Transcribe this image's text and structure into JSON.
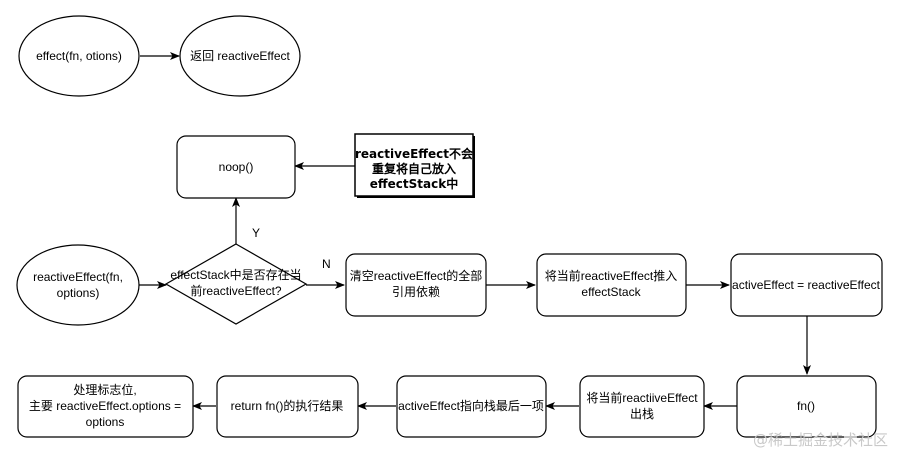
{
  "nodes": {
    "effect": {
      "label": "effect(fn, otions)"
    },
    "return_effect": {
      "label": "返回 reactiveEffect"
    },
    "note": {
      "lines": [
        "reactiveEffect不会",
        "重复将自己放入",
        "effectStack中"
      ]
    },
    "noop": {
      "label": "noop()"
    },
    "reactive_effect": {
      "lines": [
        "reactiveEffect(fn,",
        "options)"
      ]
    },
    "decision": {
      "lines": [
        "effectStack中是否存在当",
        "前reactiveEffect?"
      ]
    },
    "clear": {
      "lines": [
        "清空reactiveEffect的全部",
        "引用依赖"
      ]
    },
    "push": {
      "lines": [
        "将当前reactiveEffect推入",
        "effectStack"
      ]
    },
    "active_set": {
      "label": "activeEffect = reactiveEffect"
    },
    "fn_call": {
      "label": "fn()"
    },
    "pop": {
      "lines": [
        "将当前reactiiveEffect",
        "出栈"
      ]
    },
    "active_last": {
      "label": "activeEffect指向栈最后一项"
    },
    "return_fn": {
      "label": "return fn()的执行结果"
    },
    "flags": {
      "lines": [
        "处理标志位,",
        "主要 reactiveEffect.options =",
        "options"
      ]
    }
  },
  "edges": {
    "yes": "Y",
    "no": "N"
  },
  "watermark": "@稀土掘金技术社区"
}
